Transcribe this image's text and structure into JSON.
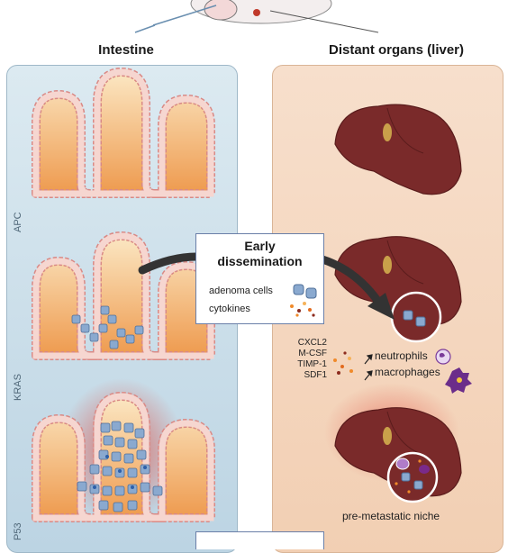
{
  "columns": {
    "intestine": "Intestine",
    "distant": "Distant organs (liver)"
  },
  "stages": [
    "APC",
    "KRAS",
    "P53"
  ],
  "callout": {
    "title_line1": "Early",
    "title_line2": "dissemination",
    "item_cells": "adenoma cells",
    "item_cytokines": "cytokines"
  },
  "factors": [
    "CXCL2",
    "M-CSF",
    "TIMP-1",
    "SDF1"
  ],
  "recruited": {
    "neutrophils": "neutrophils",
    "macrophages": "macrophages"
  },
  "niche_label": "pre-metastatic niche",
  "colors": {
    "intestine_panel": "#c9dde9",
    "liver_panel": "#f4d5bd",
    "liver": "#7a2a2a",
    "villus_outer": "#f2c9c4",
    "villus_inner": "#f0a35c",
    "tumor_cells": "#8aa9cf",
    "arrow": "#333333",
    "inflammation": "#e0473a"
  }
}
